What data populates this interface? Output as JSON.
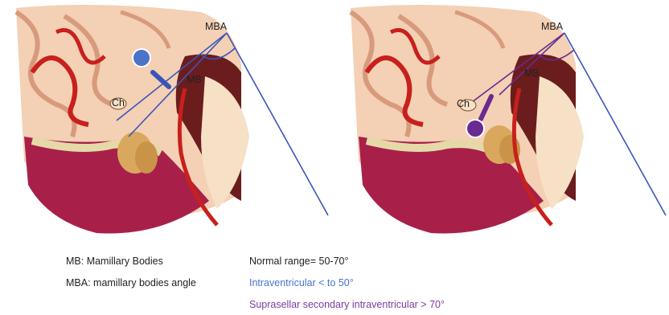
{
  "diagram": {
    "left_panel": {
      "apex_label": "MBA",
      "mb_label": "MB",
      "ch_label": "Ch"
    },
    "right_panel": {
      "apex_label": "MBA",
      "mb_label": "MB",
      "ch_label": "Ch"
    }
  },
  "legend": {
    "abbreviations": [
      "MB: Mamillary Bodies",
      "MBA: mamillary bodies angle"
    ],
    "ranges": [
      {
        "text": "Normal range= 50-70°",
        "color": "#222222"
      },
      {
        "text": "Intraventricular < to 50°",
        "color": "#4a73c9"
      },
      {
        "text": "Suprasellar secondary intraventricular > 70°",
        "color": "#7a3aa0"
      }
    ]
  },
  "colors": {
    "blue_line": "#3a55b8",
    "purple_line": "#6b2a92",
    "artery": "#c8201c",
    "brain_pink": "#f2c6a8",
    "brain_dark": "#6b1d1d",
    "sphenoid": "#a8204a"
  }
}
